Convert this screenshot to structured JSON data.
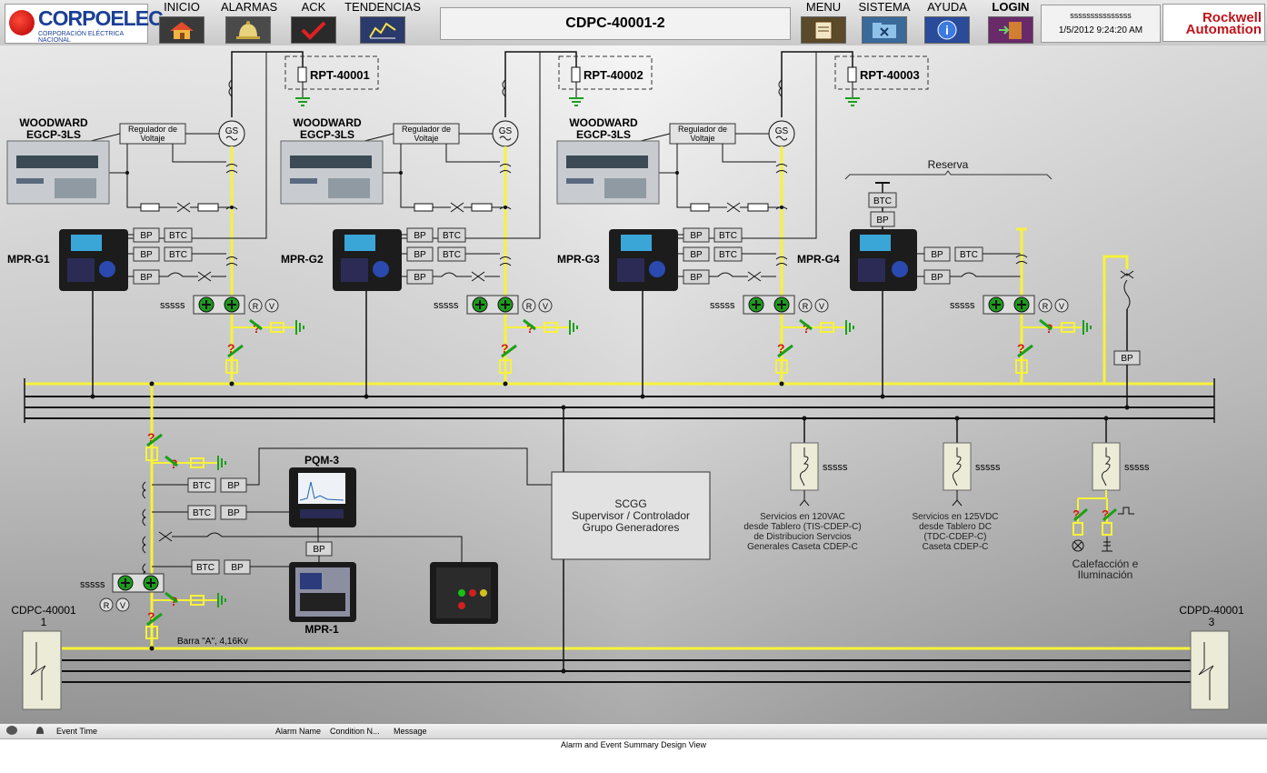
{
  "header": {
    "logo_title": "CORPOELEC",
    "logo_subtitle": "CORPORACIÓN ELÉCTRICA NACIONAL",
    "nav_left": [
      {
        "label": "INICIO",
        "icon": "house-icon"
      },
      {
        "label": "ALARMAS",
        "icon": "bell-icon"
      },
      {
        "label": "ACK",
        "icon": "check-icon"
      },
      {
        "label": "TENDENCIAS",
        "icon": "trend-chart-icon"
      }
    ],
    "title": "CDPC-40001-2",
    "nav_right": [
      {
        "label": "MENU",
        "icon": "clipboard-icon"
      },
      {
        "label": "SISTEMA",
        "icon": "folder-icon"
      },
      {
        "label": "AYUDA",
        "icon": "info-icon"
      },
      {
        "label": "LOGIN",
        "icon": "door-icon"
      }
    ],
    "user": "sssssssssssssss",
    "datetime": "1/5/2012 9:24:20 AM",
    "brand_line1": "Rockwell",
    "brand_line2": "Automation"
  },
  "diagram": {
    "generators": [
      {
        "rpt": "RPT-40001",
        "ctrl1": "WOODWARD",
        "ctrl2": "EGCP-3LS",
        "regulator1": "Regulador de",
        "regulator2": "Voltaje",
        "gen": "GS",
        "relay": "MPR-G1",
        "status": "sssss",
        "r": "R",
        "v": "V",
        "bp": "BP",
        "btc": "BTC"
      },
      {
        "rpt": "RPT-40002",
        "ctrl1": "WOODWARD",
        "ctrl2": "EGCP-3LS",
        "regulator1": "Regulador de",
        "regulator2": "Voltaje",
        "gen": "GS",
        "relay": "MPR-G2",
        "status": "sssss",
        "r": "R",
        "v": "V",
        "bp": "BP",
        "btc": "BTC"
      },
      {
        "rpt": "RPT-40003",
        "ctrl1": "WOODWARD",
        "ctrl2": "EGCP-3LS",
        "regulator1": "Regulador de",
        "regulator2": "Voltaje",
        "gen": "GS",
        "relay": "MPR-G3",
        "status": "sssss",
        "r": "R",
        "v": "V",
        "bp": "BP",
        "btc": "BTC"
      }
    ],
    "reserve": {
      "label": "Reserva",
      "relay": "MPR-G4",
      "status": "sssss",
      "btc": "BTC",
      "bp": "BP",
      "r": "R",
      "v": "V"
    },
    "heater_bp": "BP",
    "pqm_label": "PQM-3",
    "mpr1_label": "MPR-1",
    "incoming_status": "sssss",
    "incoming_r": "R",
    "incoming_v": "V",
    "scgg": {
      "line1": "SCGG",
      "line2": "Supervisor / Controlador",
      "line3": "Grupo Generadores"
    },
    "bus_label": "Barra \"A\", 4,16Kv",
    "left_panel": {
      "line1": "CDPC-40001",
      "line2": "1"
    },
    "right_panel": {
      "line1": "CDPD-40001",
      "line2": "3"
    },
    "feeders": [
      {
        "status": "sssss",
        "lines": [
          "Servicios en 120VAC",
          "desde Tablero (TIS-CDEP-C)",
          "de Distribucion Servcios",
          "Generales Caseta CDEP-C"
        ]
      },
      {
        "status": "sssss",
        "lines": [
          "Servicios en 125VDC",
          "desde Tablero DC",
          "(TDC-CDEP-C)",
          "Caseta CDEP-C"
        ]
      },
      {
        "status": "sssss",
        "lines": [
          "Calefacción e",
          "Iluminación"
        ]
      }
    ],
    "bp": "BP",
    "btc": "BTC"
  },
  "alarm": {
    "columns": [
      "Event Time",
      "Alarm Name",
      "Condition N...",
      "Message"
    ],
    "body": "Alarm and Event Summary Design View"
  },
  "colors": {
    "bus_yellow": "#f7f23a",
    "ground_green": "#1aa01a"
  }
}
